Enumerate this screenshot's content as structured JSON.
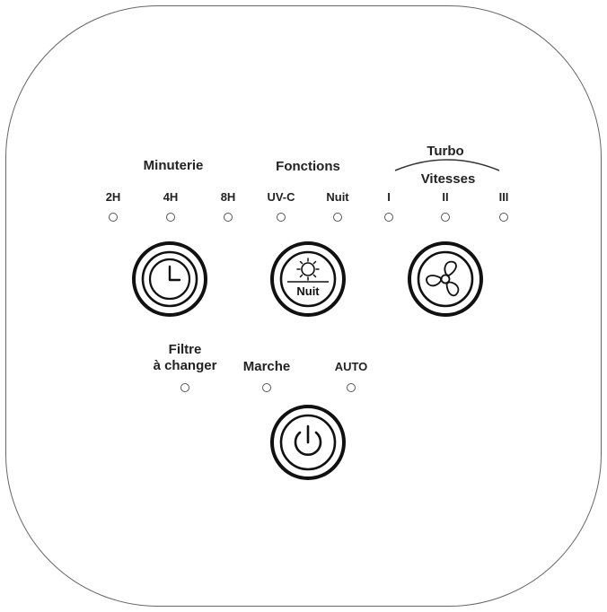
{
  "groups": {
    "minuterie": "Minuterie",
    "fonctions": "Fonctions",
    "turbo": "Turbo",
    "vitesses": "Vitesses"
  },
  "indicators": {
    "h2": "2H",
    "h4": "4H",
    "h8": "8H",
    "uvc": "UV-C",
    "nuit": "Nuit",
    "v1": "I",
    "v2": "II",
    "v3": "III",
    "filtre_line1": "Filtre",
    "filtre_line2": "à changer",
    "marche": "Marche",
    "auto": "AUTO"
  },
  "buttons": {
    "function_label": "Nuit",
    "timer_icon": "clock-icon",
    "function_icon": "sun-icon",
    "speed_icon": "fan-icon",
    "power_icon": "power-icon"
  }
}
